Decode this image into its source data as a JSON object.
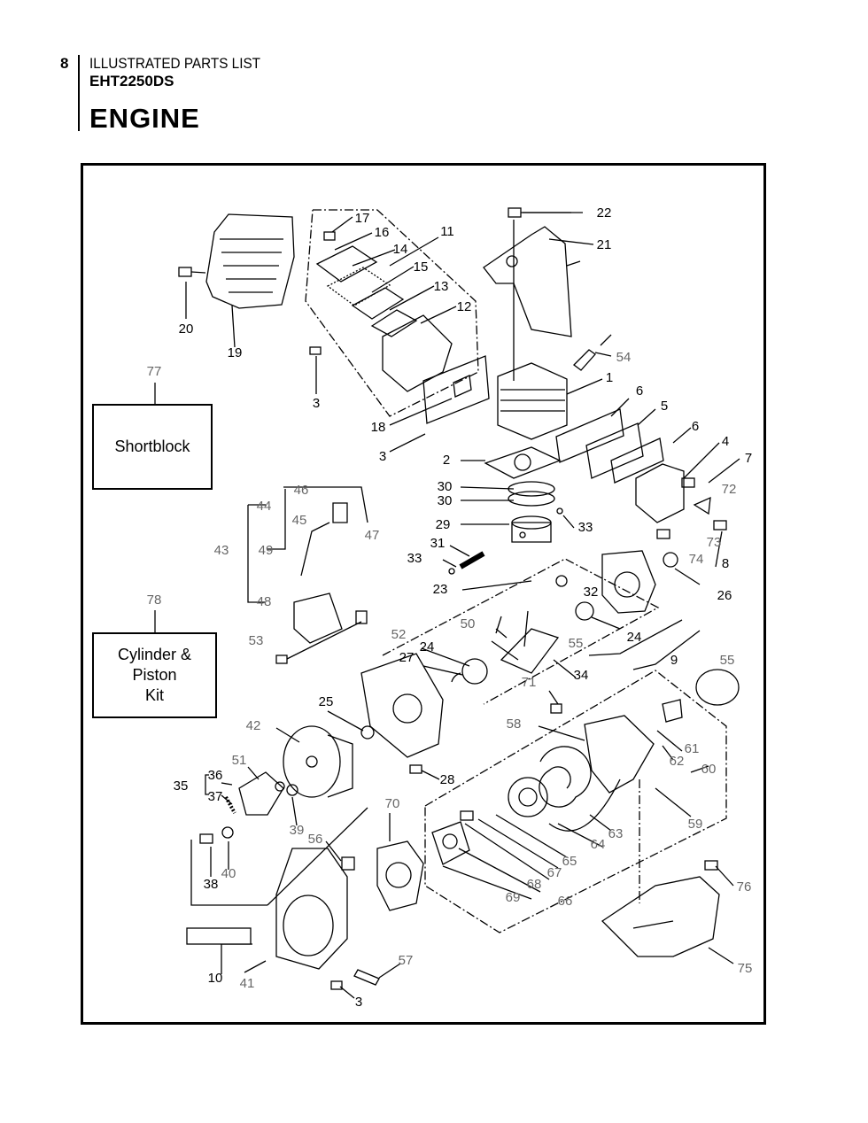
{
  "header": {
    "page_number": "8",
    "section_label": "ILLUSTRATED PARTS LIST",
    "model": "EHT2250DS",
    "title": "ENGINE"
  },
  "kits": {
    "shortblock": {
      "ref": "77",
      "label": "Shortblock"
    },
    "cylinder": {
      "ref": "78",
      "lines": [
        "Cylinder &",
        "Piston",
        "Kit"
      ]
    }
  },
  "callouts": {
    "c1": "1",
    "c2": "2",
    "c3a": "3",
    "c3b": "3",
    "c3c": "3",
    "c4": "4",
    "c5": "5",
    "c6a": "6",
    "c6b": "6",
    "c7": "7",
    "c8": "8",
    "c9": "9",
    "c10": "10",
    "c11": "11",
    "c12": "12",
    "c13": "13",
    "c14": "14",
    "c15": "15",
    "c16": "16",
    "c17": "17",
    "c18": "18",
    "c19": "19",
    "c20": "20",
    "c21": "21",
    "c22": "22",
    "c23": "23",
    "c24a": "24",
    "c24b": "24",
    "c25": "25",
    "c26": "26",
    "c27": "27",
    "c28": "28",
    "c29": "29",
    "c30a": "30",
    "c30b": "30",
    "c31": "31",
    "c32": "32",
    "c33a": "33",
    "c33b": "33",
    "c34": "34",
    "c35": "35",
    "c36": "36",
    "c37": "37",
    "c38": "38",
    "c39": "39",
    "c40": "40",
    "c41": "41",
    "c42": "42",
    "c43": "43",
    "c44": "44",
    "c45": "45",
    "c46": "46",
    "c47": "47",
    "c48": "48",
    "c49": "49",
    "c50": "50",
    "c51": "51",
    "c52": "52",
    "c53": "53",
    "c54": "54",
    "c55a": "55",
    "c55b": "55",
    "c56": "56",
    "c57": "57",
    "c58": "58",
    "c59": "59",
    "c60": "60",
    "c61": "61",
    "c62": "62",
    "c63": "63",
    "c64": "64",
    "c65": "65",
    "c66": "66",
    "c67": "67",
    "c68": "68",
    "c69": "69",
    "c70": "70",
    "c71": "71",
    "c72": "72",
    "c73": "73",
    "c74": "74",
    "c75": "75",
    "c76": "76"
  },
  "colors": {
    "line": "#000000",
    "gray_callout": "#666666"
  }
}
